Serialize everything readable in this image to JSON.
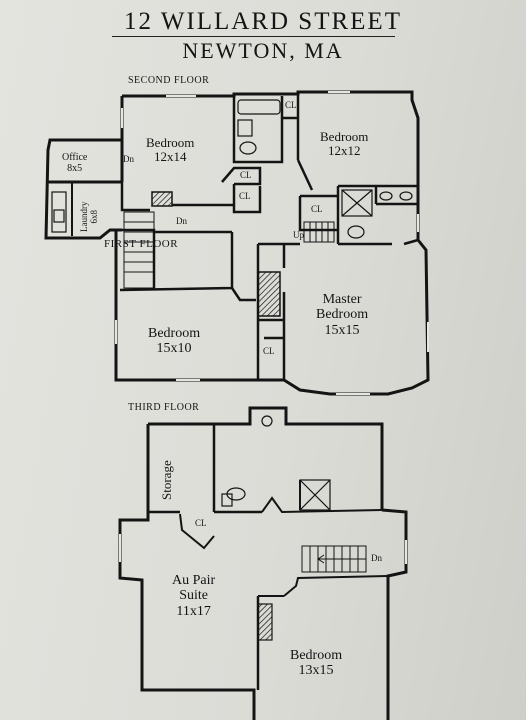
{
  "title": {
    "address": "12 WILLARD STREET",
    "city": "NEWTON, MA"
  },
  "floors": {
    "second": "SECOND FLOOR",
    "first": "FIRST FLOOR",
    "third": "THIRD FLOOR"
  },
  "rooms": {
    "office": {
      "name": "Office",
      "size": "8x5"
    },
    "laundry": {
      "name": "Laundry",
      "size": "6x8"
    },
    "bedroom_nw": {
      "name": "Bedroom",
      "size": "12x14"
    },
    "bedroom_ne": {
      "name": "Bedroom",
      "size": "12x12"
    },
    "master": {
      "name": "Master",
      "name2": "Bedroom",
      "size": "15x15"
    },
    "bedroom_sw": {
      "name": "Bedroom",
      "size": "15x10"
    },
    "storage": {
      "name": "Storage"
    },
    "au_pair": {
      "name": "Au Pair",
      "name2": "Suite",
      "size": "11x17"
    },
    "bedroom_3f": {
      "name": "Bedroom",
      "size": "13x15"
    }
  },
  "marks": {
    "closet": "CL",
    "down": "Dn",
    "up": "Up"
  },
  "colors": {
    "paper": "#e1e1dc",
    "line": "#141414"
  }
}
